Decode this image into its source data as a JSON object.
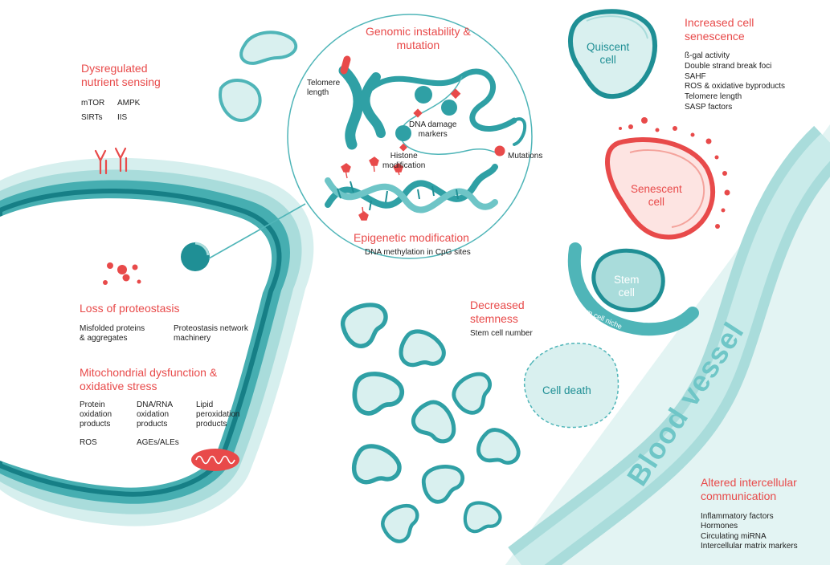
{
  "genomic": {
    "title": "Genomic instability &\nmutation",
    "telomere_length": "Telomere\nlength",
    "dna_damage": "DNA damage\nmarkers",
    "histone": "Histone\nmodification",
    "mutations": "Mutations"
  },
  "epigenetic": {
    "title": "Epigenetic modification",
    "detail": "DNA methylation in CpG sites"
  },
  "nutrient": {
    "title": "Dysregulated\nnutrient sensing",
    "items": [
      "mTOR",
      "AMPK",
      "SIRTs",
      "IIS"
    ]
  },
  "proteostasis": {
    "title": "Loss of proteostasis",
    "items": [
      "Misfolded proteins\n& aggregates",
      "Proteostasis network\nmachinery"
    ]
  },
  "mitochondrial": {
    "title": "Mitochondrial dysfunction &\noxidative stress",
    "items": [
      "Protein\noxidation\nproducts",
      "DNA/RNA\noxidation\nproducts",
      "Lipid\nperoxidation\nproducts",
      "ROS",
      "AGEs/ALEs"
    ]
  },
  "senescence": {
    "title": "Increased cell\nsenescence",
    "items": [
      "ß-gal activity",
      "Double strand break foci",
      "SAHF",
      "ROS & oxidative byproducts",
      "Telomere length",
      "SASP factors"
    ]
  },
  "stemness": {
    "title": "Decreased\nstemness",
    "detail": "Stem cell number"
  },
  "communication": {
    "title": "Altered intercellular\ncommunication",
    "items": [
      "Inflammatory factors",
      "Hormones",
      "Circulating miRNA",
      "Intercellular matrix markers"
    ]
  },
  "cells": {
    "quiescent": "Quiscent\ncell",
    "senescent": "Senescent\ncell",
    "stem": "Stem\ncell",
    "niche": "Stem cell niche",
    "death": "Cell death"
  },
  "blood_vessel": "Blood vessel",
  "colors": {
    "teal_dark": "#1f8f95",
    "teal": "#4fb5b8",
    "teal_light": "#a9dcdb",
    "teal_pale": "#d9f0ef",
    "red": "#e84a4a",
    "pink_pale": "#fde4e2"
  }
}
